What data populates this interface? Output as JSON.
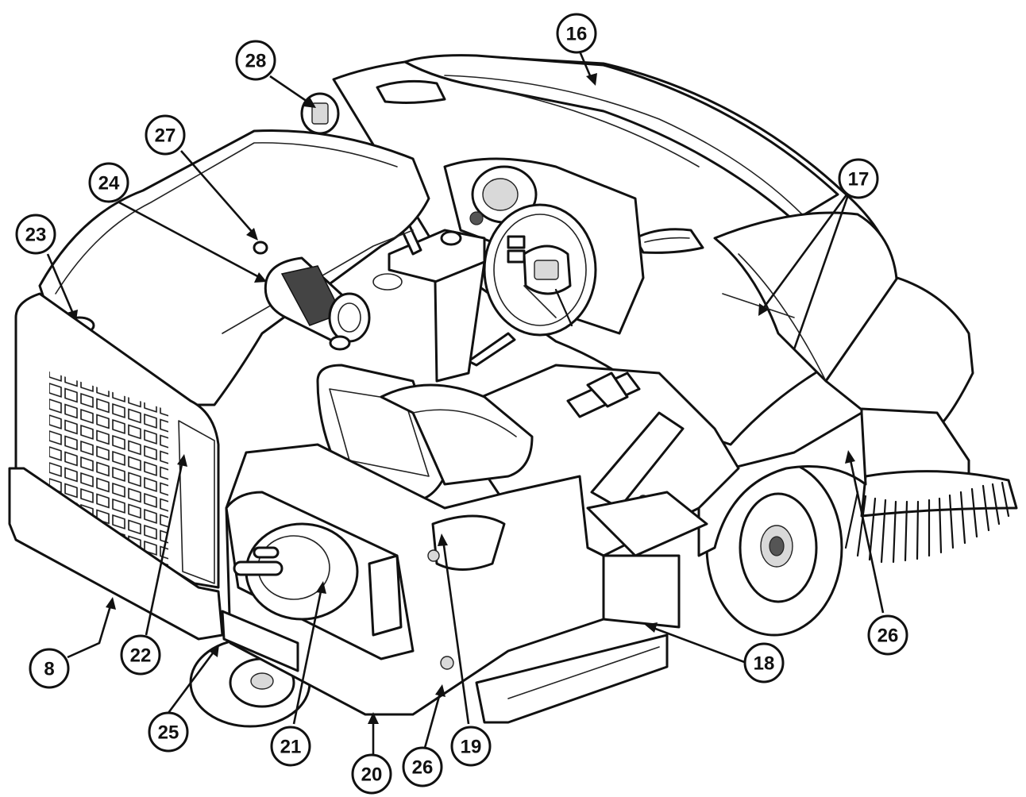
{
  "callouts": [
    {
      "id": "c16",
      "label": "16"
    },
    {
      "id": "c17",
      "label": "17"
    },
    {
      "id": "c28",
      "label": "28"
    },
    {
      "id": "c27",
      "label": "27"
    },
    {
      "id": "c24",
      "label": "24"
    },
    {
      "id": "c23",
      "label": "23"
    },
    {
      "id": "c8",
      "label": "8"
    },
    {
      "id": "c22",
      "label": "22"
    },
    {
      "id": "c25",
      "label": "25"
    },
    {
      "id": "c21",
      "label": "21"
    },
    {
      "id": "c20",
      "label": "20"
    },
    {
      "id": "c26a",
      "label": "26"
    },
    {
      "id": "c19",
      "label": "19"
    },
    {
      "id": "c18",
      "label": "18"
    },
    {
      "id": "c26b",
      "label": "26"
    }
  ]
}
